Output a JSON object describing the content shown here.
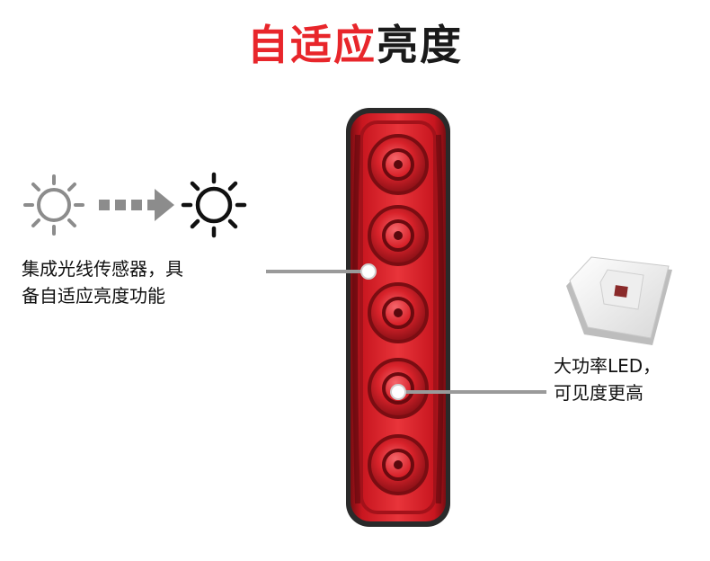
{
  "title": {
    "highlight": "自适应",
    "rest": "亮度"
  },
  "callouts": {
    "sensor": "集成光线传感器，具\n备自适应亮度功能",
    "led": "大功率LED，\n可见度更高"
  },
  "icons": [
    "sun-dim-icon",
    "arrow-right-icon",
    "sun-bright-icon",
    "smd-led-chip"
  ],
  "colors": {
    "accent": "#e8262b",
    "lamp_red": "#e0242c",
    "text": "#111111",
    "leader": "#9a9a9a"
  }
}
